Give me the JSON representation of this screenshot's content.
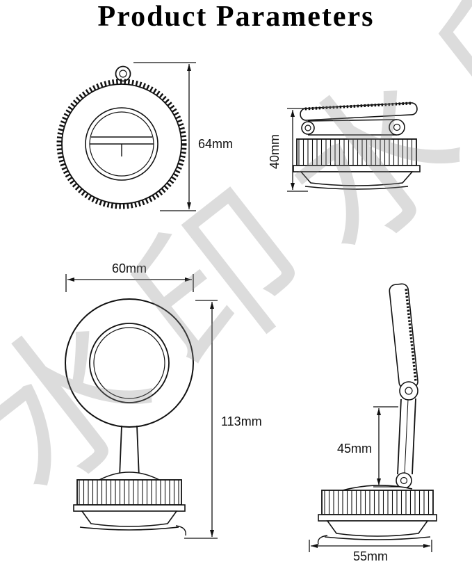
{
  "title": "Product Parameters",
  "watermark": "水印水印",
  "figures": {
    "head_front": {
      "dim_height": "64mm"
    },
    "folded_side": {
      "dim_height": "40mm"
    },
    "full_front": {
      "dim_width": "60mm",
      "dim_height": "113mm"
    },
    "extended_side": {
      "dim_arm": "45mm",
      "dim_base": "55mm"
    }
  }
}
